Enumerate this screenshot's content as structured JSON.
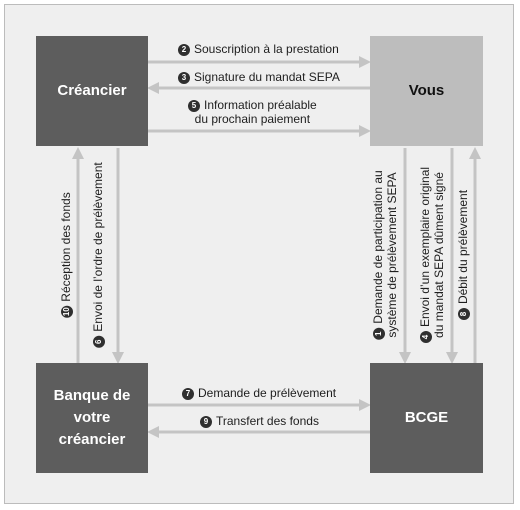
{
  "nodes": {
    "creancier": "Créancier",
    "vous": "Vous",
    "banque": "Banque de\nvotre\ncréancier",
    "bcge": "BCGE"
  },
  "flows": {
    "f2": {
      "num": "2",
      "text": "Souscription à la prestation"
    },
    "f3": {
      "num": "3",
      "text": "Signature du mandat SEPA"
    },
    "f5": {
      "num": "5",
      "line1": "Information préalable",
      "line2": "du prochain paiement"
    },
    "f7": {
      "num": "7",
      "text": "Demande de prélèvement"
    },
    "f9": {
      "num": "9",
      "text": "Transfert des fonds"
    },
    "f10": {
      "num": "10",
      "text": "Réception des fonds"
    },
    "f6": {
      "num": "6",
      "text": "Envoi de l’ordre de prélèvement"
    },
    "f1": {
      "num": "1",
      "line1": "Demande de participation au",
      "line2": "système de prélèvement SEPA"
    },
    "f4": {
      "num": "4",
      "line1": "Envoi d’un exemplaire original",
      "line2": "du mandat SEPA dûment signé"
    },
    "f8": {
      "num": "8",
      "text": "Débit du prélèvement"
    }
  },
  "colors": {
    "dark_box": "#5d5d5d",
    "light_box": "#bdbdbd",
    "arrow": "#c4c4c4",
    "background": "#efefef"
  }
}
